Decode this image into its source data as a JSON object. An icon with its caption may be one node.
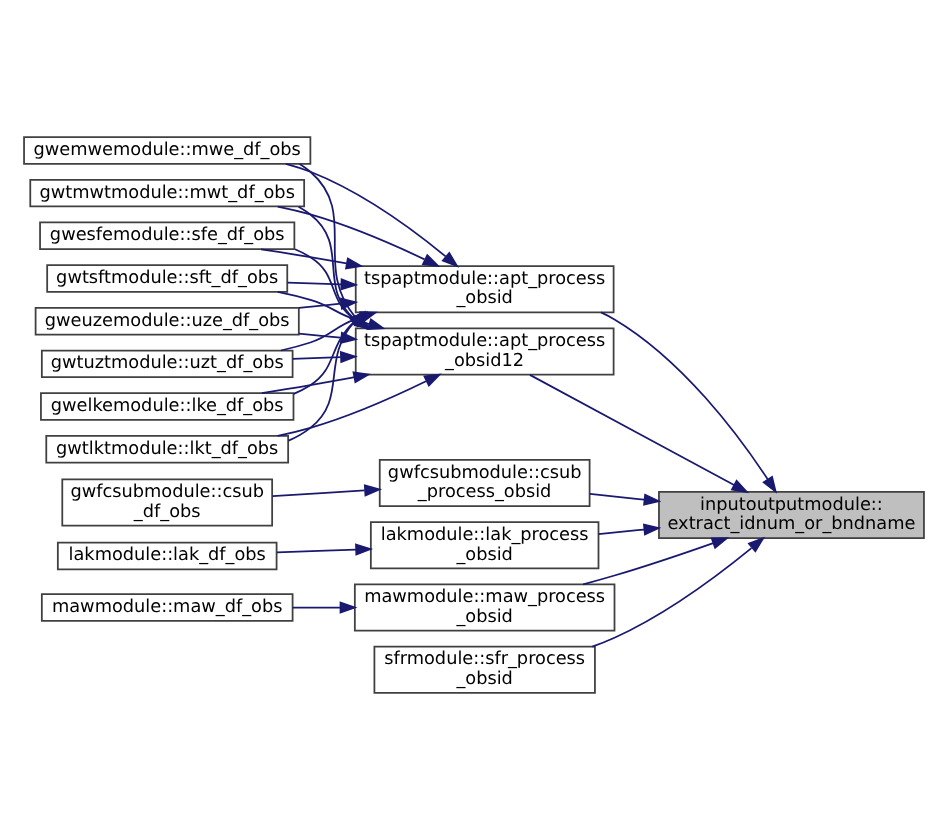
{
  "diagram": {
    "nodes": [
      {
        "text": [
          "gwtlktmodule::lkt_df_obs"
        ]
      },
      {
        "text": [
          "gwemwemodule::mwe_df_obs"
        ]
      },
      {
        "text": [
          "gwtmwtmodule::mwt_df_obs"
        ]
      },
      {
        "text": [
          "gwesfemodule::sfe_df_obs"
        ]
      },
      {
        "text": [
          "gwtsftmodule::sft_df_obs"
        ]
      },
      {
        "text": [
          "gweuzemodule::uze_df_obs"
        ]
      },
      {
        "text": [
          "gwtuztmodule::uzt_df_obs"
        ]
      },
      {
        "text": [
          "gwelkemodule::lke_df_obs"
        ]
      },
      {
        "text": [
          "gwfcsubmodule::csub _df_obs"
        ]
      },
      {
        "text": [
          "lakmodule::lak_df_obs"
        ]
      },
      {
        "text": [
          "mawmodule::maw_df_obs"
        ]
      },
      {
        "text": [
          "tspaptmodule::apt_process _obsid"
        ]
      },
      {
        "text": [
          "tspaptmodule::apt_process _obsid12"
        ]
      },
      {
        "text": [
          "gwfcsubmodule::csub _process_obsid"
        ]
      },
      {
        "text": [
          "lakmodule::lak_process _obsid"
        ]
      },
      {
        "text": [
          "mawmodule::maw_process _obsid"
        ]
      },
      {
        "text": [
          "sfrmodule::sfr_process _obsid"
        ]
      },
      {
        "text": [
          "inputoutputmodule:: extract_idnum_or_bndname"
        ]
      }
    ],
    "edges": [
      {
        "from": 0,
        "to": 11,
        "arrow": "to"
      },
      {
        "from": 0,
        "to": 12,
        "arrow": "to"
      },
      {
        "from": 1,
        "to": 11,
        "arrow": "to"
      },
      {
        "from": 1,
        "to": 12,
        "arrow": "to"
      },
      {
        "from": 2,
        "to": 11,
        "arrow": "to"
      },
      {
        "from": 2,
        "to": 12,
        "arrow": "to"
      },
      {
        "from": 3,
        "to": 11,
        "arrow": "to"
      },
      {
        "from": 3,
        "to": 12,
        "arrow": "to"
      },
      {
        "from": 4,
        "to": 11,
        "arrow": "to"
      },
      {
        "from": 4,
        "to": 12,
        "arrow": "to"
      },
      {
        "from": 5,
        "to": 11,
        "arrow": "to"
      },
      {
        "from": 5,
        "to": 12,
        "arrow": "to"
      },
      {
        "from": 6,
        "to": 11,
        "arrow": "to"
      },
      {
        "from": 6,
        "to": 12,
        "arrow": "to"
      },
      {
        "from": 7,
        "to": 11,
        "arrow": "to"
      },
      {
        "from": 7,
        "to": 12,
        "arrow": "to"
      },
      {
        "from": 8,
        "to": 13,
        "arrow": "to"
      },
      {
        "from": 9,
        "to": 14,
        "arrow": "to"
      },
      {
        "from": 10,
        "to": 15,
        "arrow": "to"
      },
      {
        "from": 11,
        "to": 17,
        "arrow": "to"
      },
      {
        "from": 12,
        "to": 17,
        "arrow": "to"
      },
      {
        "from": 13,
        "to": 17,
        "arrow": "to"
      },
      {
        "from": 14,
        "to": 17,
        "arrow": "to"
      },
      {
        "from": 15,
        "to": 17,
        "arrow": "to"
      },
      {
        "from": 16,
        "to": 17,
        "arrow": "to"
      }
    ]
  }
}
